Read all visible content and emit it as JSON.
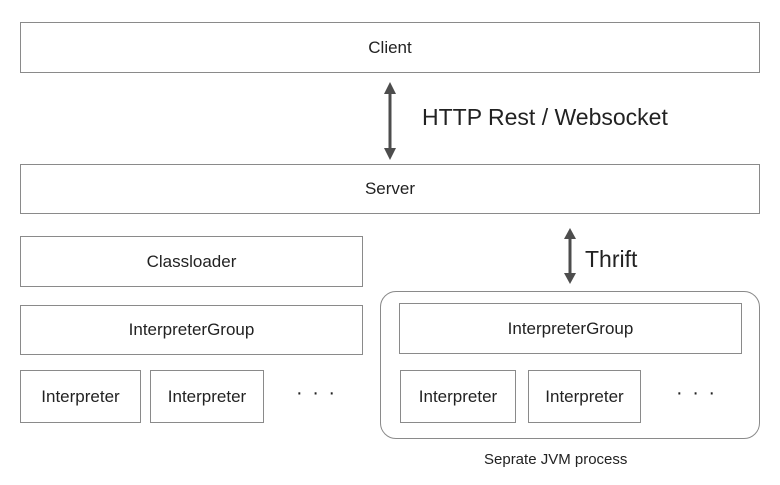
{
  "client": {
    "label": "Client"
  },
  "server": {
    "label": "Server"
  },
  "link_http": {
    "label": "HTTP Rest / Websocket"
  },
  "link_thrift": {
    "label": "Thrift"
  },
  "left": {
    "classloader": "Classloader",
    "interpreter_group": "InterpreterGroup",
    "interpreters": [
      "Interpreter",
      "Interpreter"
    ],
    "ellipsis": "· · ·"
  },
  "right": {
    "interpreter_group": "InterpreterGroup",
    "interpreters": [
      "Interpreter",
      "Interpreter"
    ],
    "ellipsis": "· · ·",
    "caption": "Seprate JVM process"
  },
  "colors": {
    "border": "#8a8a8a",
    "arrow": "#4d4d4d",
    "text": "#222222"
  }
}
